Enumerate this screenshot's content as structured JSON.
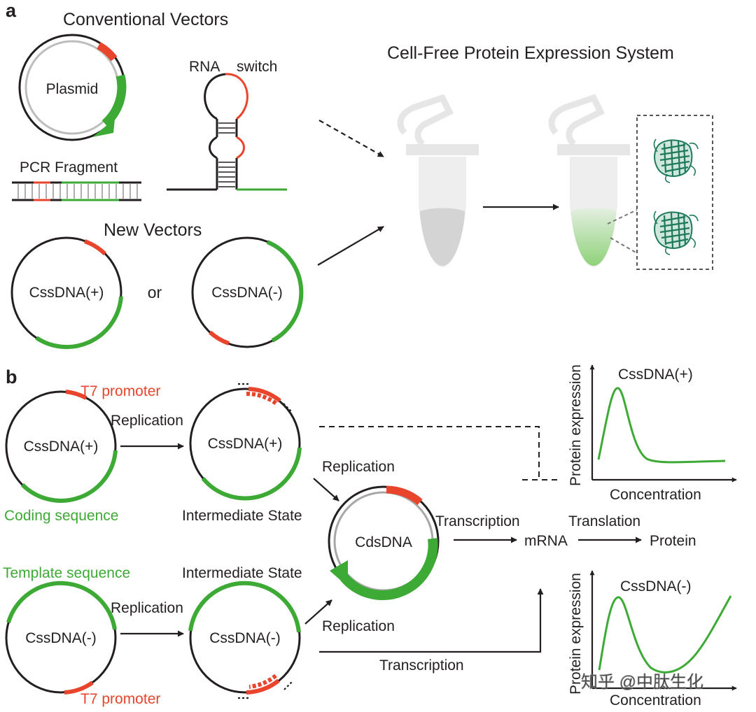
{
  "panel_a": {
    "label": "a",
    "conventional_title": "Conventional Vectors",
    "plasmid_label": "Plasmid",
    "rna_label": "RNA",
    "switch_label": "switch",
    "pcr_label": "PCR Fragment",
    "cfps_title": "Cell-Free Protein Expression System",
    "new_title": "New Vectors",
    "plus_label": "CssDNA(+)",
    "or_label": "or",
    "minus_label": "CssDNA(-)"
  },
  "panel_b": {
    "label": "b",
    "t7_top": "T7 promoter",
    "replication_top": "Replication",
    "css_plus_1": "CssDNA(+)",
    "css_plus_2": "CssDNA(+)",
    "coding_sequence": "Coding sequence",
    "intermediate_top": "Intermediate State",
    "replication_mid_top": "Replication",
    "cdsdna": "CdsDNA",
    "transcription_mid": "Transcription",
    "translation": "Translation",
    "mrna": "mRNA",
    "protein": "Protein",
    "template_sequence": "Template sequence",
    "intermediate_bottom": "Intermediate State",
    "replication_bottom_left": "Replication",
    "css_minus_1": "CssDNA(-)",
    "css_minus_2": "CssDNA(-)",
    "replication_mid_bottom": "Replication",
    "transcription_bottom": "Transcription",
    "t7_bottom": "T7 promoter"
  },
  "charts": [
    {
      "title": "CssDNA(+)",
      "xlabel": "Concentration",
      "ylabel": "Protein expression"
    },
    {
      "title": "CssDNA(-)",
      "xlabel": "Concentration",
      "ylabel": "Protein expression"
    }
  ],
  "watermark": "知乎 @中肽生化",
  "colors": {
    "promoter_red": "#e8452c",
    "coding_green": "#3daa35",
    "backbone": "#231f20",
    "tube_gray": "#e6e6e6",
    "protein_teal": "#1f7a5c"
  }
}
